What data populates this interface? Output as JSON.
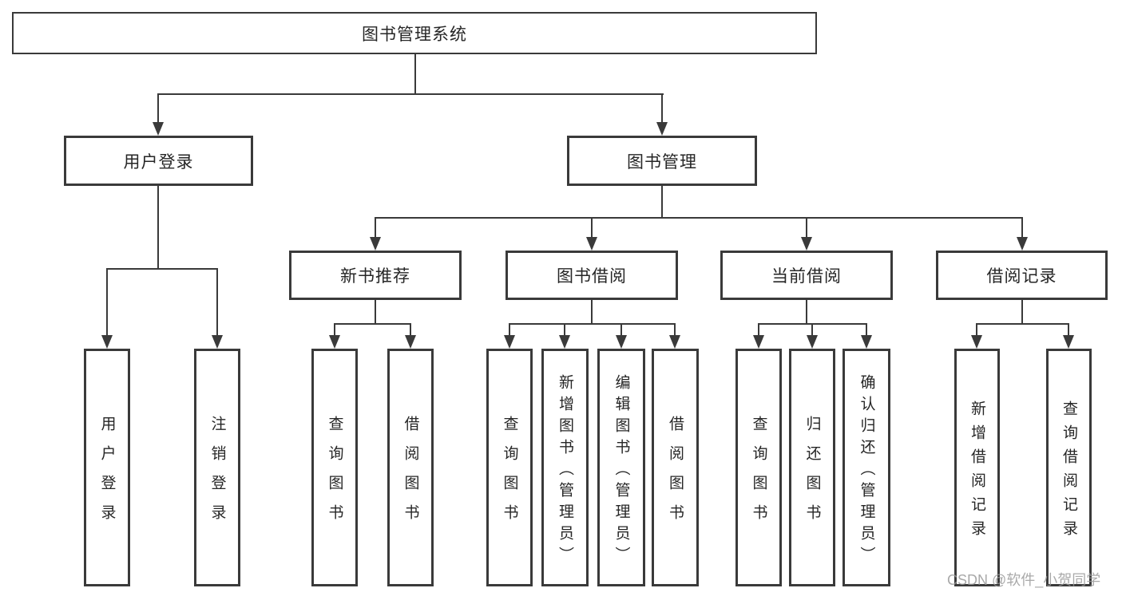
{
  "diagram": {
    "title": "图书管理系统",
    "type": "hierarchy-tree",
    "colors": {
      "line": "#3a3a3a",
      "text": "#262626",
      "background": "#ffffff",
      "watermark": "#9a9a9a"
    },
    "watermark": "CSDN @软件_小贺同学"
  },
  "nodes": {
    "root": {
      "label": "图书管理系统"
    },
    "level2": {
      "user_login": {
        "label": "用户登录"
      },
      "book_mgmt": {
        "label": "图书管理"
      }
    },
    "level3": {
      "new_book_rec": {
        "label": "新书推荐"
      },
      "book_borrow": {
        "label": "图书借阅"
      },
      "current_borrow": {
        "label": "当前借阅"
      },
      "borrow_records": {
        "label": "借阅记录"
      }
    },
    "leaves": {
      "user_login": {
        "label": "用户登录"
      },
      "logout": {
        "label": "注销登录"
      },
      "query_book_1": {
        "label": "查询图书"
      },
      "borrow_book_1": {
        "label": "借阅图书"
      },
      "query_book_2": {
        "label": "查询图书"
      },
      "add_book": {
        "label": "新增图书（管理员）"
      },
      "edit_book": {
        "label": "编辑图书（管理员）"
      },
      "borrow_book_2": {
        "label": "借阅图书"
      },
      "query_book_3": {
        "label": "查询图书"
      },
      "return_book": {
        "label": "归还图书"
      },
      "confirm_return": {
        "label": "确认归还（管理员）"
      },
      "add_record": {
        "label": "新增借阅记录"
      },
      "query_record": {
        "label": "查询借阅记录"
      }
    }
  }
}
